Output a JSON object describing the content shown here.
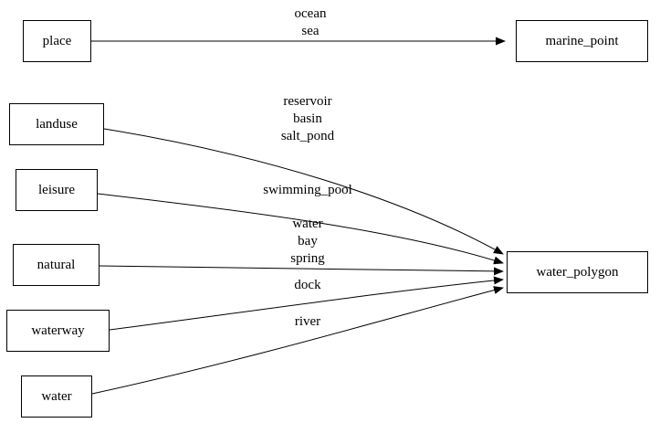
{
  "diagram": {
    "nodes": {
      "place": {
        "label": "place"
      },
      "landuse": {
        "label": "landuse"
      },
      "leisure": {
        "label": "leisure"
      },
      "natural": {
        "label": "natural"
      },
      "waterway": {
        "label": "waterway"
      },
      "water": {
        "label": "water"
      },
      "marine_point": {
        "label": "marine_point"
      },
      "water_polygon": {
        "label": "water_polygon"
      }
    },
    "edges": [
      {
        "from": "place",
        "to": "marine_point",
        "label": "ocean\nsea"
      },
      {
        "from": "landuse",
        "to": "water_polygon",
        "label": "reservoir\nbasin\nsalt_pond"
      },
      {
        "from": "leisure",
        "to": "water_polygon",
        "label": "swimming_pool"
      },
      {
        "from": "natural",
        "to": "water_polygon",
        "label": "water\nbay\nspring"
      },
      {
        "from": "waterway",
        "to": "water_polygon",
        "label": "dock"
      },
      {
        "from": "water",
        "to": "water_polygon",
        "label": "river"
      }
    ],
    "colors": {
      "line": "#000000",
      "background": "#ffffff"
    }
  }
}
